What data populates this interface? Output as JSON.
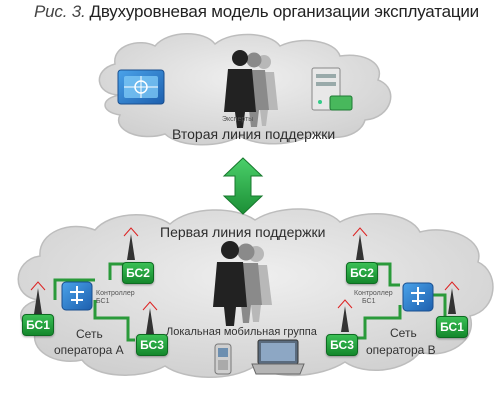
{
  "caption": {
    "figure": "Рис. 3.",
    "title": "Двухуровневая модель организации эксплуатации"
  },
  "top_cloud": {
    "experts_label": "Эксперты",
    "support_label": "Вторая линия поддержки"
  },
  "bottom_cloud": {
    "support_label": "Первая линия поддержки",
    "local_group_label": "Локальная мобильная группа"
  },
  "operator_a": {
    "network_label_1": "Сеть",
    "network_label_2": "оператора А",
    "controller_label_1": "Контроллер",
    "controller_label_2": "БС1",
    "stations": [
      "БС2",
      "БС1",
      "БС3"
    ]
  },
  "operator_b": {
    "network_label_1": "Сеть",
    "network_label_2": "оператора В",
    "controller_label_1": "Контроллер",
    "controller_label_2": "БС1",
    "stations": [
      "БС2",
      "БС1",
      "БС3"
    ]
  },
  "colors": {
    "station_green": "#1fa83a",
    "link_green": "#2a9a3a",
    "arrow_green": "#2eb24a",
    "cloud_gray": "#dcdcdc",
    "controller_blue": "#2a78c8"
  },
  "icons": [
    "experts-people-icon",
    "workstation-icon",
    "server-icon",
    "controller-icon",
    "antenna-icon",
    "handheld-device-icon",
    "laptop-icon"
  ]
}
